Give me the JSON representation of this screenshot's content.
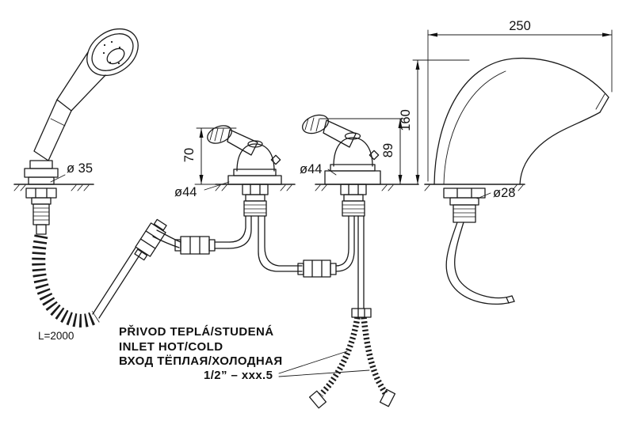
{
  "dims": {
    "spout_reach": "250",
    "spout_height": "160",
    "valve_right_height": "89",
    "valve_left_height": "70",
    "shower_dia": "ø 35",
    "valve_left_dia": "ø44",
    "valve_right_dia": "ø44",
    "spout_base_dia": "ø28",
    "hose_length": "L=2000"
  },
  "notes": {
    "czech": "PŘIVOD TEPLÁ/STUDENÁ",
    "english": "INLET HOT/COLD",
    "russian": "ВХОД ТЁПЛАЯ/ХОЛОДНАЯ",
    "thread": "1/2” – xxx.5"
  },
  "colors": {
    "line": "#1b1b1b",
    "background": "#ffffff"
  }
}
